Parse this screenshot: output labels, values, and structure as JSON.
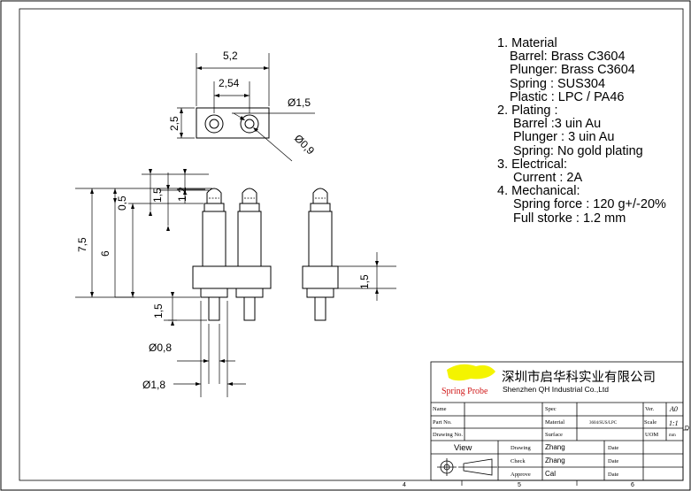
{
  "dimensions": {
    "top_width": "5,2",
    "pitch": "2,54",
    "top_height": "2,5",
    "plastic_hole_dia": "Ø1,5",
    "plunger_dia_top": "Ø0,9",
    "total_length": "7,5",
    "barrel_length": "6",
    "tip_offset": "0,5",
    "plunger_length": "1,5",
    "tip_height": "1,2",
    "plastic_height": "1,5",
    "tail_length": "1,5",
    "tail_dia": "Ø0,8",
    "plastic_dia": "Ø1,8"
  },
  "notes": {
    "material_title": "1. Material",
    "material_barrel": "Barrel: Brass C3604",
    "material_plunger": "Plunger: Brass C3604",
    "material_spring": "Spring : SUS304",
    "material_plastic": "Plastic : LPC / PA46",
    "plating_title": "2. Plating :",
    "plating_barrel": "Barrel :3 uin Au",
    "plating_plunger": "Plunger : 3 uin Au",
    "plating_spring": "Spring: No gold plating",
    "electrical_title": "3. Electrical:",
    "electrical_current": "Current : 2A",
    "mechanical_title": "4. Mechanical:",
    "mechanical_force": "Spring force : 120 g+/-20%",
    "mechanical_stroke": "Full storke : 1.2 mm"
  },
  "title_block": {
    "logo_text": "Spring Probe",
    "company_cn": "深圳市启华科实业有限公司",
    "company_en": "Shenzhen QH Industrial Co.,Ltd",
    "name_label": "Name",
    "part_no_label": "Part No.",
    "drawing_no_label": "Drawing No.",
    "spec_label": "Spec",
    "material_label": "Material",
    "material_value": "3604/SUS/LPC",
    "surface_label": "Surface",
    "ver_label": "Ver.",
    "ver_value": "A0",
    "scale_label": "Scale",
    "scale_value": "1:1",
    "uom_label": "UOM",
    "uom_value": "mm",
    "view_label": "View",
    "drawing_label": "Drawing",
    "drawing_value": "Zhang",
    "check_label": "Check",
    "check_value": "Zhang",
    "approve_label": "Approve",
    "approve_value": "Cal",
    "date_label_1": "Date",
    "date_label_2": "Date",
    "date_label_3": "Date"
  },
  "border": {
    "zone_4": "4",
    "zone_5": "5",
    "zone_6": "6",
    "zone_d": "D"
  }
}
